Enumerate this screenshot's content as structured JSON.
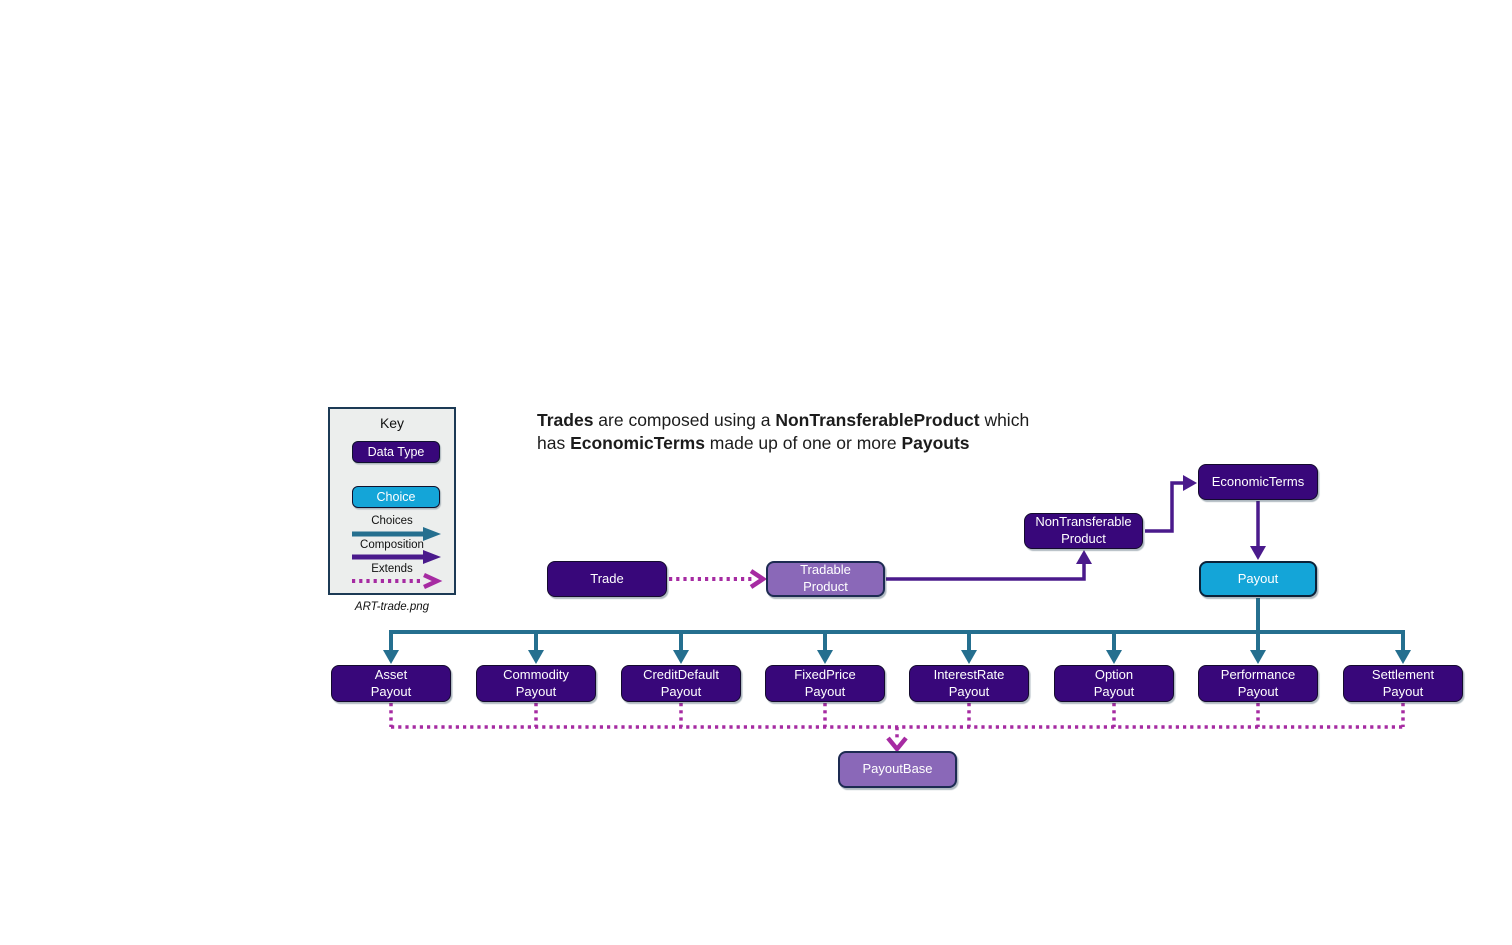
{
  "colors": {
    "dark_purple": "#38077a",
    "cyan": "#14a5d8",
    "medium_purple": "#8a68b8",
    "teal_arrow": "#256f8f",
    "purple_arrow": "#4a1a8c",
    "magenta_arrow": "#a62ba2",
    "key_bg": "#eceeed",
    "key_border": "#1c3a55"
  },
  "heading": {
    "line1": {
      "seg1": "Trades",
      "seg2": " are composed using a ",
      "seg3": "NonTransferableProduct",
      "seg4": " which"
    },
    "line2": {
      "seg1": "has ",
      "seg2": "EconomicTerms",
      "seg3": " made up of one or more ",
      "seg4": "Payouts"
    }
  },
  "key": {
    "title": "Key",
    "data_type_label": "Data Type",
    "choice_label": "Choice",
    "legend": [
      {
        "label": "Choices",
        "style": "solid-teal"
      },
      {
        "label": "Composition",
        "style": "solid-purple"
      },
      {
        "label": "Extends",
        "style": "dotted-magenta"
      }
    ],
    "caption": "ART-trade.png"
  },
  "nodes": {
    "trade": {
      "label": "Trade",
      "type": "data-type"
    },
    "tradable_product": {
      "label": "Tradable\nProduct",
      "type": "base-type"
    },
    "non_transferable_product": {
      "label": "NonTransferable\nProduct",
      "type": "data-type"
    },
    "economic_terms": {
      "label": "EconomicTerms",
      "type": "data-type"
    },
    "payout": {
      "label": "Payout",
      "type": "choice"
    },
    "payout_base": {
      "label": "PayoutBase",
      "type": "base-type"
    },
    "payout_types": [
      {
        "label": "Asset\nPayout"
      },
      {
        "label": "Commodity\nPayout"
      },
      {
        "label": "CreditDefault\nPayout"
      },
      {
        "label": "FixedPrice\nPayout"
      },
      {
        "label": "InterestRate\nPayout"
      },
      {
        "label": "Option\nPayout"
      },
      {
        "label": "Performance\nPayout"
      },
      {
        "label": "Settlement\nPayout"
      }
    ]
  }
}
